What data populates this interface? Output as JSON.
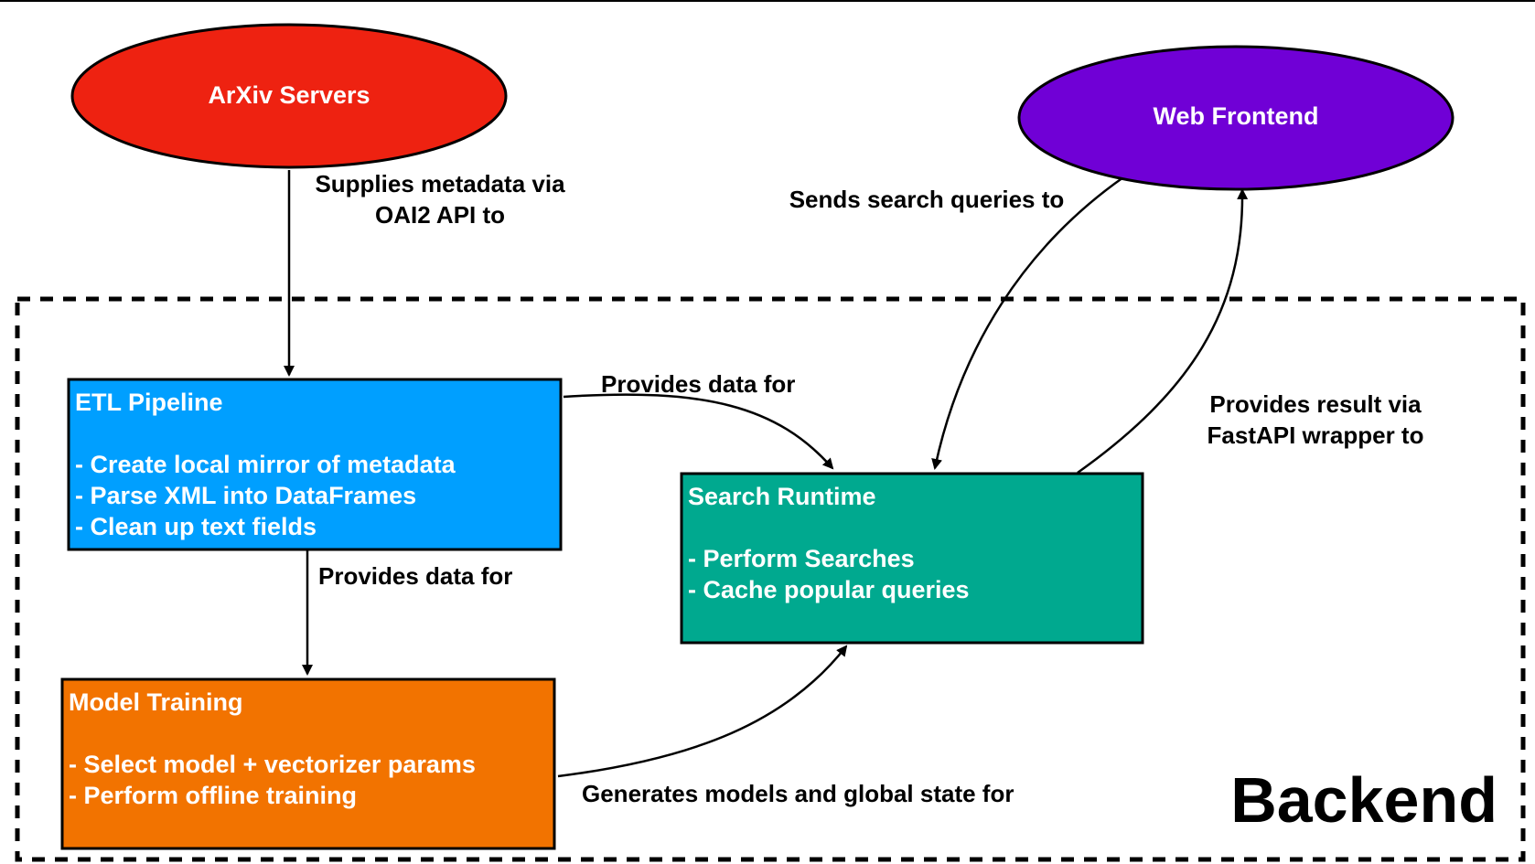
{
  "colors": {
    "arxiv": "#EE2211",
    "frontend": "#7000D6",
    "etl": "#009FFF",
    "search": "#00A98F",
    "training": "#F27300",
    "stroke": "#000000"
  },
  "nodes": {
    "arxiv": {
      "label": "ArXiv Servers"
    },
    "frontend": {
      "label": "Web Frontend"
    },
    "etl": {
      "title": "ETL Pipeline",
      "items": [
        "-  Create local mirror of metadata",
        "-  Parse XML into DataFrames",
        "-  Clean up text fields"
      ]
    },
    "search": {
      "title": "Search Runtime",
      "items": [
        "-  Perform Searches",
        "-  Cache popular queries"
      ]
    },
    "training": {
      "title": "Model Training",
      "items": [
        "-  Select model + vectorizer params",
        "-  Perform offline training"
      ]
    }
  },
  "edges": {
    "arxiv_etl": [
      "Supplies metadata via",
      "OAI2 API to"
    ],
    "frontend_search": "Sends search queries to",
    "search_frontend": [
      "Provides result via",
      "FastAPI wrapper to"
    ],
    "etl_search": "Provides data for",
    "etl_training": "Provides data for",
    "training_search": "Generates models and global state for"
  },
  "group": {
    "label": "Backend"
  }
}
